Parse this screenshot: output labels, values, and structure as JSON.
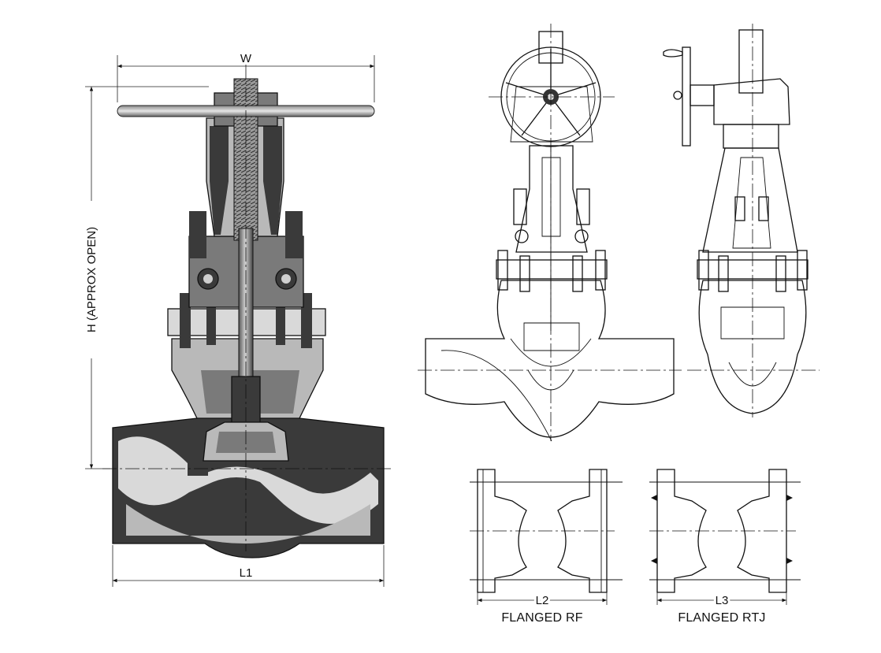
{
  "diagram": {
    "labels": {
      "width_dim": "W",
      "height_dim": "H (APPROX OPEN)",
      "l1_dim": "L1",
      "l2_dim": "L2",
      "l3_dim": "L3"
    },
    "captions": {
      "flanged_rf": "FLANGED RF",
      "flanged_rtj": "FLANGED RTJ"
    },
    "colors": {
      "ink": "#111111",
      "metal_dark": "#3a3a3a",
      "metal_mid": "#7a7a7a",
      "metal_light": "#b9b9b9",
      "metal_pale": "#d9d9d9"
    }
  }
}
